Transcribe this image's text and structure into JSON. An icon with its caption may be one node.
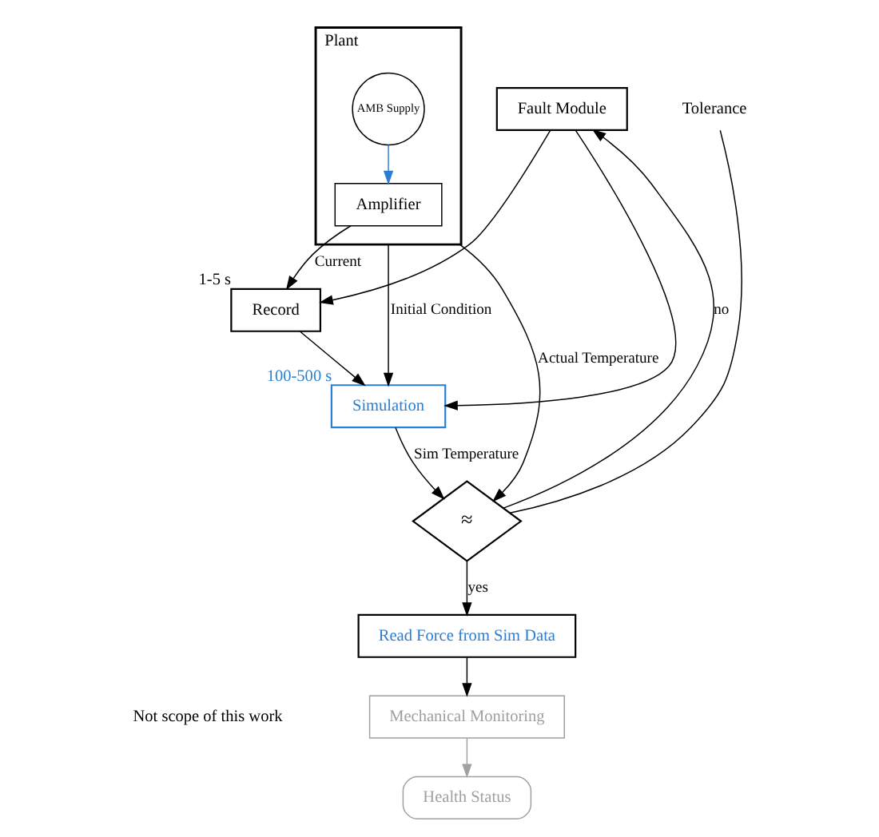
{
  "diagram": {
    "nodes": [
      {
        "text": [
          "Plant"
        ]
      },
      {
        "text": [
          "AMB Supply"
        ],
        "in": 0
      },
      {
        "text": [
          "Amplifier"
        ],
        "in": 0
      },
      {
        "text": [
          "Record"
        ],
        "beside": [
          "1-5 s"
        ]
      },
      {
        "text": [
          "Simulation"
        ],
        "beside": [
          "100-500 s"
        ]
      },
      {
        "text": [
          "Fault Module"
        ]
      },
      {
        "text": [
          "≈"
        ]
      },
      {
        "text": [
          "Tolerance"
        ]
      },
      {
        "text": [
          "Read Force from Sim Data"
        ]
      },
      {
        "text": [
          "Mechanical Monitoring"
        ]
      },
      {
        "text": [
          "Health Status"
        ]
      }
    ],
    "edges": [
      {
        "from": 1,
        "to": 2,
        "arrow": "to",
        "color": "#2a7fd4"
      },
      {
        "from": 2,
        "to": 3,
        "label": "Current",
        "arrow": "to"
      },
      {
        "from": 0,
        "to": 4,
        "label": "Initial Condition",
        "arrow": "to"
      },
      {
        "from": 0,
        "to": 6,
        "label": "Actual Temperature",
        "arrow": "to"
      },
      {
        "from": 3,
        "to": 4,
        "arrow": "to"
      },
      {
        "from": 5,
        "to": 3,
        "arrow": "to"
      },
      {
        "from": 5,
        "to": 4,
        "arrow": "to"
      },
      {
        "from": 4,
        "to": 6,
        "label": "Sim Temperature",
        "arrow": "to"
      },
      {
        "from": 6,
        "to": 5,
        "label": "no",
        "arrow": "to"
      },
      {
        "from": 7,
        "to": 6,
        "arrow": "none"
      },
      {
        "from": 6,
        "to": 8,
        "label": "yes",
        "arrow": "to"
      },
      {
        "from": 8,
        "to": 9,
        "arrow": "to"
      },
      {
        "from": 9,
        "to": 10,
        "arrow": "to",
        "color": "#a0a0a0"
      }
    ],
    "labels": [
      "Not scope of this work"
    ]
  }
}
